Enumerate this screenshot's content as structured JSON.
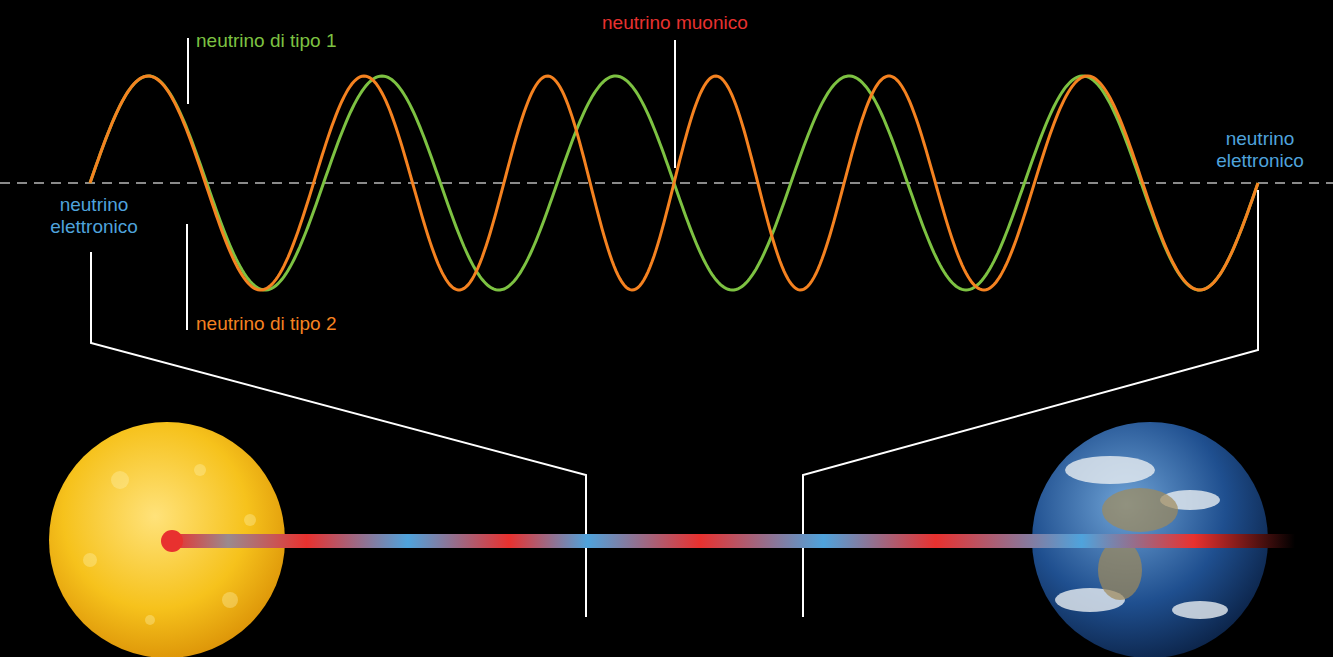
{
  "diagram": {
    "labels": [
      "neutrino di tipo 1",
      "neutrino muonico",
      "neutrino elettronico",
      "neutrino elettronico",
      "neutrino di tipo 2"
    ]
  }
}
